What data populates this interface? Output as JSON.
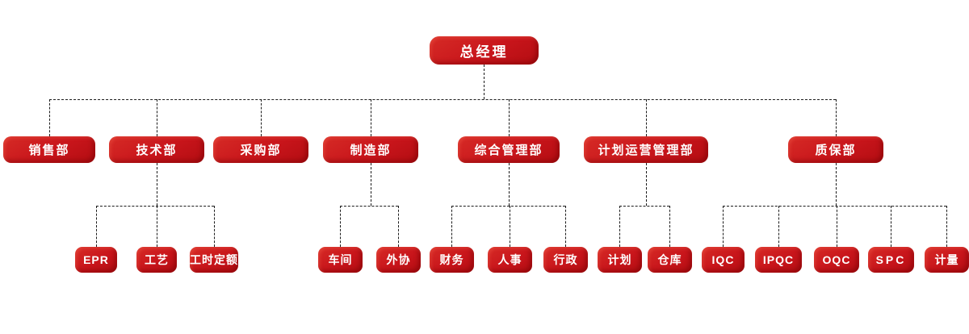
{
  "title": "org-structure-diagram",
  "colors": {
    "box_red": "#c8151b",
    "box_red_light": "#d62b26",
    "box_red_dark": "#b30d12",
    "text": "#ffffff",
    "connector": "#1c1c1c",
    "background": "#ffffff"
  },
  "org": {
    "root": {
      "label": "总经理"
    },
    "departments": [
      {
        "label": "销售部",
        "children": []
      },
      {
        "label": "技术部",
        "children": [
          {
            "label": "EPR"
          },
          {
            "label": "工艺"
          },
          {
            "label": "工时定额"
          }
        ]
      },
      {
        "label": "采购部",
        "children": []
      },
      {
        "label": "制造部",
        "children": [
          {
            "label": "车间"
          },
          {
            "label": "外协"
          }
        ]
      },
      {
        "label": "综合管理部",
        "children": [
          {
            "label": "财务"
          },
          {
            "label": "人事"
          },
          {
            "label": "行政"
          }
        ]
      },
      {
        "label": "计划运营管理部",
        "children": [
          {
            "label": "计划"
          },
          {
            "label": "仓库"
          }
        ]
      },
      {
        "label": "质保部",
        "children": [
          {
            "label": "IQC"
          },
          {
            "label": "IPQC"
          },
          {
            "label": "OQC"
          },
          {
            "label": "SPC"
          },
          {
            "label": "计量"
          }
        ]
      }
    ]
  }
}
